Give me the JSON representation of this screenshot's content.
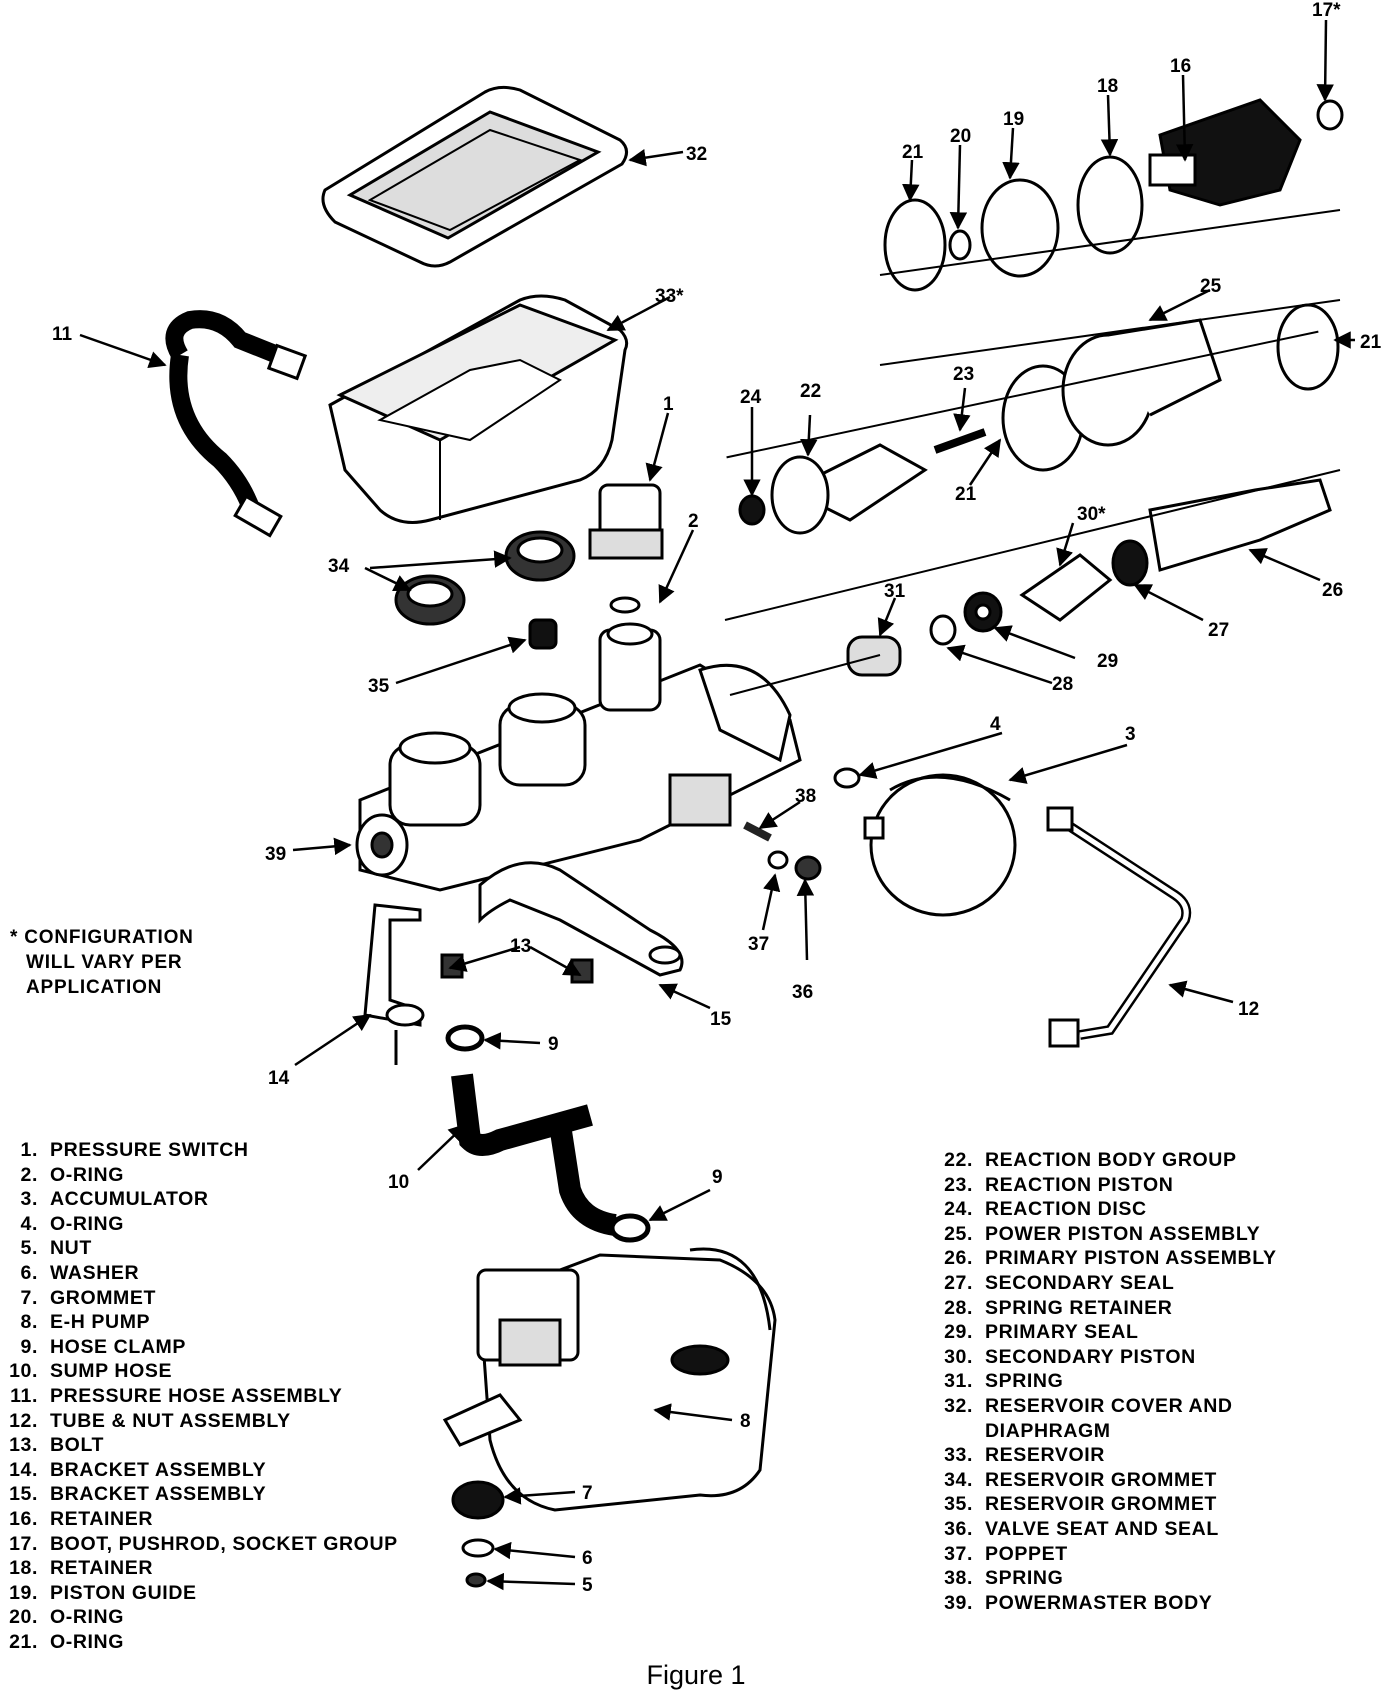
{
  "figure": {
    "caption": "Figure 1",
    "note": [
      "* CONFIGURATION",
      "WILL VARY PER",
      "APPLICATION"
    ]
  },
  "callouts": {
    "c1": "1",
    "c2": "2",
    "c3": "3",
    "c4": "4",
    "c5": "5",
    "c6": "6",
    "c7": "7",
    "c8": "8",
    "c9a": "9",
    "c9b": "9",
    "c10": "10",
    "c11": "11",
    "c12": "12",
    "c13": "13",
    "c14": "14",
    "c15": "15",
    "c16": "16",
    "c17": "17*",
    "c18": "18",
    "c19": "19",
    "c20": "20",
    "c21a": "21",
    "c21b": "21",
    "c21c": "21",
    "c22": "22",
    "c23": "23",
    "c24": "24",
    "c25": "25",
    "c26": "26",
    "c27": "27",
    "c28": "28",
    "c29": "29",
    "c30": "30*",
    "c31": "31",
    "c32": "32",
    "c33": "33*",
    "c34": "34",
    "c35": "35",
    "c36": "36",
    "c37": "37",
    "c38": "38",
    "c39": "39"
  },
  "legend_left": [
    {
      "num": "1.",
      "name": "PRESSURE SWITCH"
    },
    {
      "num": "2.",
      "name": "O-RING"
    },
    {
      "num": "3.",
      "name": "ACCUMULATOR"
    },
    {
      "num": "4.",
      "name": "O-RING"
    },
    {
      "num": "5.",
      "name": "NUT"
    },
    {
      "num": "6.",
      "name": "WASHER"
    },
    {
      "num": "7.",
      "name": "GROMMET"
    },
    {
      "num": "8.",
      "name": "E-H PUMP"
    },
    {
      "num": "9.",
      "name": "HOSE CLAMP"
    },
    {
      "num": "10.",
      "name": "SUMP HOSE"
    },
    {
      "num": "11.",
      "name": "PRESSURE HOSE ASSEMBLY"
    },
    {
      "num": "12.",
      "name": "TUBE & NUT ASSEMBLY"
    },
    {
      "num": "13.",
      "name": "BOLT"
    },
    {
      "num": "14.",
      "name": "BRACKET ASSEMBLY"
    },
    {
      "num": "15.",
      "name": "BRACKET ASSEMBLY"
    },
    {
      "num": "16.",
      "name": "RETAINER"
    },
    {
      "num": "17.",
      "name": "BOOT, PUSHROD, SOCKET GROUP"
    },
    {
      "num": "18.",
      "name": "RETAINER"
    },
    {
      "num": "19.",
      "name": "PISTON GUIDE"
    },
    {
      "num": "20.",
      "name": "O-RING"
    },
    {
      "num": "21.",
      "name": "O-RING"
    }
  ],
  "legend_right": [
    {
      "num": "22.",
      "name": "REACTION BODY GROUP"
    },
    {
      "num": "23.",
      "name": "REACTION PISTON"
    },
    {
      "num": "24.",
      "name": "REACTION DISC"
    },
    {
      "num": "25.",
      "name": "POWER PISTON ASSEMBLY"
    },
    {
      "num": "26.",
      "name": "PRIMARY PISTON ASSEMBLY"
    },
    {
      "num": "27.",
      "name": "SECONDARY SEAL"
    },
    {
      "num": "28.",
      "name": "SPRING RETAINER"
    },
    {
      "num": "29.",
      "name": "PRIMARY SEAL"
    },
    {
      "num": "30.",
      "name": "SECONDARY PISTON"
    },
    {
      "num": "31.",
      "name": "SPRING"
    },
    {
      "num": "32.",
      "name": "RESERVOIR COVER AND",
      "cont": "DIAPHRAGM"
    },
    {
      "num": "33.",
      "name": "RESERVOIR"
    },
    {
      "num": "34.",
      "name": "RESERVOIR GROMMET"
    },
    {
      "num": "35.",
      "name": "RESERVOIR GROMMET"
    },
    {
      "num": "36.",
      "name": "VALVE SEAT AND SEAL"
    },
    {
      "num": "37.",
      "name": "POPPET"
    },
    {
      "num": "38.",
      "name": "SPRING"
    },
    {
      "num": "39.",
      "name": "POWERMASTER BODY"
    }
  ]
}
